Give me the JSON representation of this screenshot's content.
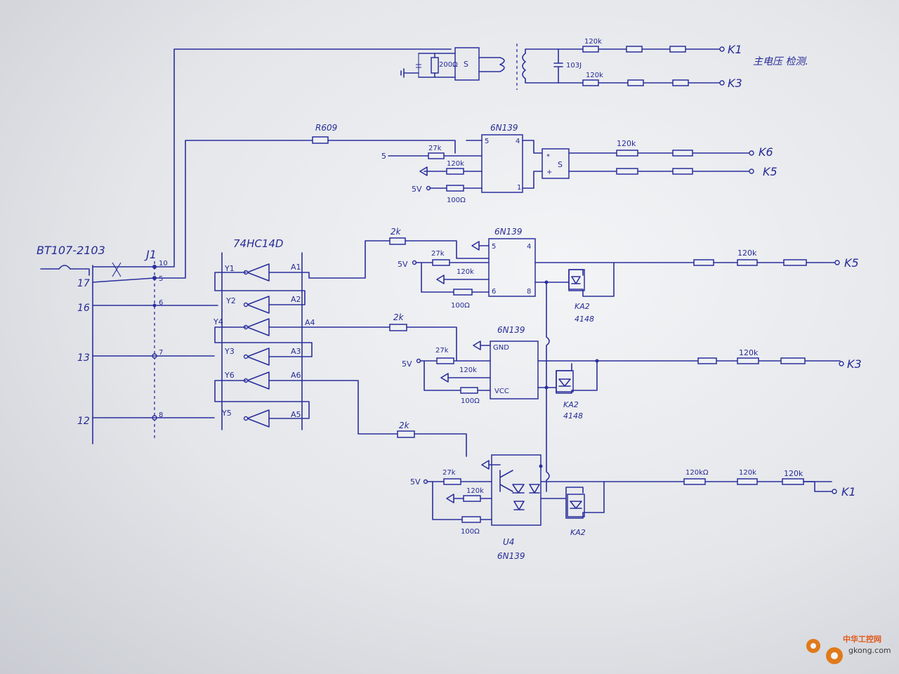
{
  "connector": {
    "part": "BT107-2103",
    "pins": [
      "17",
      "16",
      "13",
      "12"
    ]
  },
  "header": {
    "ref": "J1",
    "pins": [
      "10",
      "5",
      "6",
      "7",
      "8"
    ]
  },
  "inverter": {
    "part": "74HC14D",
    "outputs": [
      "Y1",
      "Y2",
      "Y4",
      "Y3",
      "Y6",
      "Y5"
    ],
    "inputs": [
      "A1",
      "A2",
      "A4",
      "A3",
      "A6",
      "A5"
    ]
  },
  "top_section": {
    "resistor": "200Ω",
    "sensor": "S",
    "capacitor": "103J",
    "resistors": [
      "120k",
      "120k"
    ],
    "outputs": [
      "K1",
      "K3"
    ],
    "note": "主电压 检测."
  },
  "section_k6": {
    "series_resistor": "R609",
    "chip": "6N139",
    "pins": [
      "5",
      "4",
      "1"
    ],
    "supply": "5V",
    "resistors": [
      "27k",
      "120k",
      "100Ω"
    ],
    "sensor_pins": [
      "*",
      "+"
    ],
    "sensor": "S",
    "output_resistor": "120k",
    "outputs": [
      "K6",
      "K5"
    ],
    "extra_supply": "5"
  },
  "channel_1": {
    "series_resistor": "2k",
    "chip": "6N139",
    "pins": [
      "5",
      "4",
      "8",
      "6"
    ],
    "supply": "5V",
    "resistors": [
      "27k",
      "120k",
      "100Ω"
    ],
    "diode": "KA2",
    "diode_part": "4148",
    "output_resistor": "120k",
    "output": "K5"
  },
  "channel_2": {
    "series_resistor": "2k",
    "chip": "6N139",
    "pins": [
      "GND",
      "VCC"
    ],
    "supply": "5V",
    "resistors": [
      "27k",
      "120k",
      "100Ω"
    ],
    "diode": "KA2",
    "diode_part": "4148",
    "output_resistor": "120k",
    "output": "K3"
  },
  "channel_3": {
    "series_resistor": "2k",
    "ref": "U4",
    "chip": "6N139",
    "supply": "5V",
    "resistors": [
      "27k",
      "120k",
      "100Ω"
    ],
    "diode": "KA2",
    "output_resistors": [
      "120kΩ",
      "120k",
      "120k"
    ],
    "output": "K1"
  },
  "watermark": {
    "cn": "中华工控网",
    "site": "gkong.com"
  }
}
